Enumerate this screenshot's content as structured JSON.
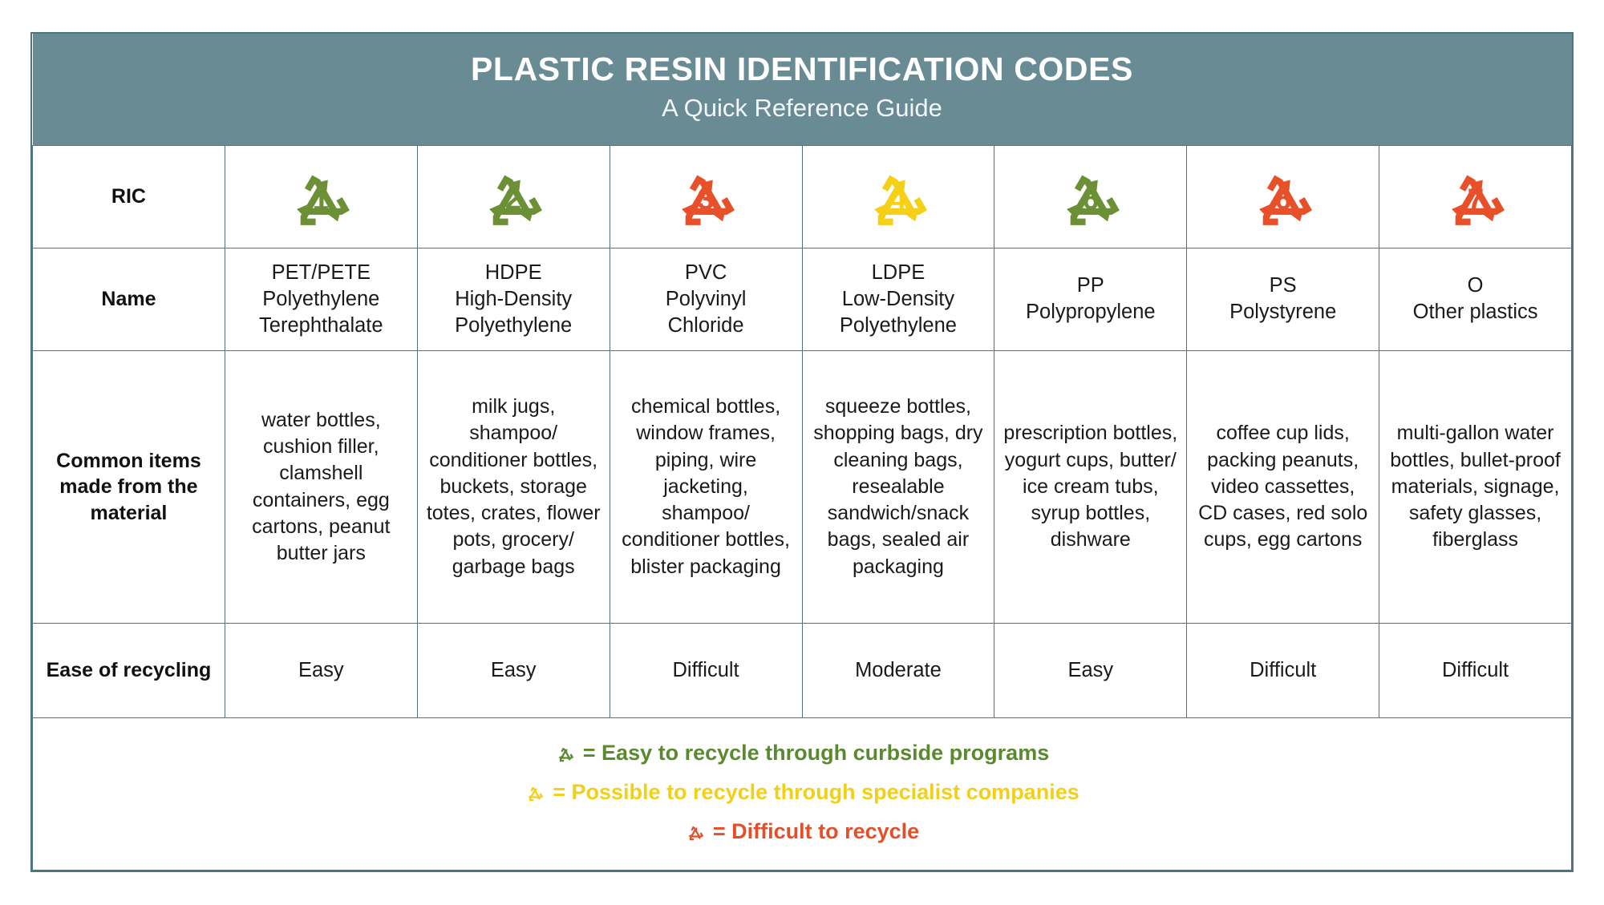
{
  "header": {
    "title": "PLASTIC RESIN IDENTIFICATION CODES",
    "subtitle": "A Quick Reference Guide",
    "background_color": "#698b94",
    "text_color": "#ffffff"
  },
  "colors": {
    "border": "#4d7480",
    "green": "#6b9036",
    "legend_green": "#5a8a2f",
    "yellow": "#f5d017",
    "legend_yellow": "#f2cf18",
    "red": "#e8502a",
    "legend_red": "#e2502a",
    "text": "#1a1a1a"
  },
  "row_labels": {
    "ric": "RIC",
    "name": "Name",
    "items": "Common items made from the material",
    "ease": "Ease of recycling"
  },
  "columns": [
    {
      "icon_name": "recycling-symbol-1-icon",
      "icon_digit": "1",
      "icon_color": "#6b9036",
      "name": "PET/PETE\nPolyethylene\nTerephthalate",
      "items": "water bottles, cushion filler, clamshell containers, egg cartons, peanut butter jars",
      "ease": "Easy"
    },
    {
      "icon_name": "recycling-symbol-2-icon",
      "icon_digit": "2",
      "icon_color": "#6b9036",
      "name": "HDPE\nHigh-Density\nPolyethylene",
      "items": "milk jugs, shampoo/ conditioner bottles, buckets, storage totes, crates, flower pots, grocery/ garbage bags",
      "ease": "Easy"
    },
    {
      "icon_name": "recycling-symbol-3-icon",
      "icon_digit": "3",
      "icon_color": "#e8502a",
      "name": "PVC\nPolyvinyl\nChloride",
      "items": "chemical bottles, window frames, piping, wire jacketing, shampoo/ conditioner bottles, blister packaging",
      "ease": "Difficult"
    },
    {
      "icon_name": "recycling-symbol-4-icon",
      "icon_digit": "4",
      "icon_color": "#f5d017",
      "name": "LDPE\nLow-Density\nPolyethylene",
      "items": "squeeze bottles, shopping bags, dry cleaning bags, resealable sandwich/snack bags, sealed air packaging",
      "ease": "Moderate"
    },
    {
      "icon_name": "recycling-symbol-6-icon",
      "icon_digit": "6",
      "icon_color": "#6b9036",
      "name": "PP\nPolypropylene",
      "items": "prescription bottles, yogurt cups, butter/ ice cream tubs, syrup bottles, dishware",
      "ease": "Easy"
    },
    {
      "icon_name": "recycling-symbol-6-icon",
      "icon_digit": "6",
      "icon_color": "#e8502a",
      "name": "PS\nPolystyrene",
      "items": "coffee cup lids, packing peanuts, video cassettes, CD cases, red solo cups, egg cartons",
      "ease": "Difficult"
    },
    {
      "icon_name": "recycling-symbol-7-icon",
      "icon_digit": "7",
      "icon_color": "#e8502a",
      "name": "O\nOther plastics",
      "items": "multi-gallon water bottles, bullet-proof materials, signage, safety glasses, fiberglass",
      "ease": "Difficult"
    }
  ],
  "legend": [
    {
      "glyph_name": "recycling-triangle-green-icon",
      "color": "#5a8a2f",
      "text": "= Easy to recycle through curbside programs"
    },
    {
      "glyph_name": "recycling-triangle-yellow-icon",
      "color": "#f2cf18",
      "text": "= Possible to recycle through specialist companies"
    },
    {
      "glyph_name": "recycling-triangle-red-icon",
      "color": "#e2502a",
      "text": "= Difficult to recycle"
    }
  ]
}
